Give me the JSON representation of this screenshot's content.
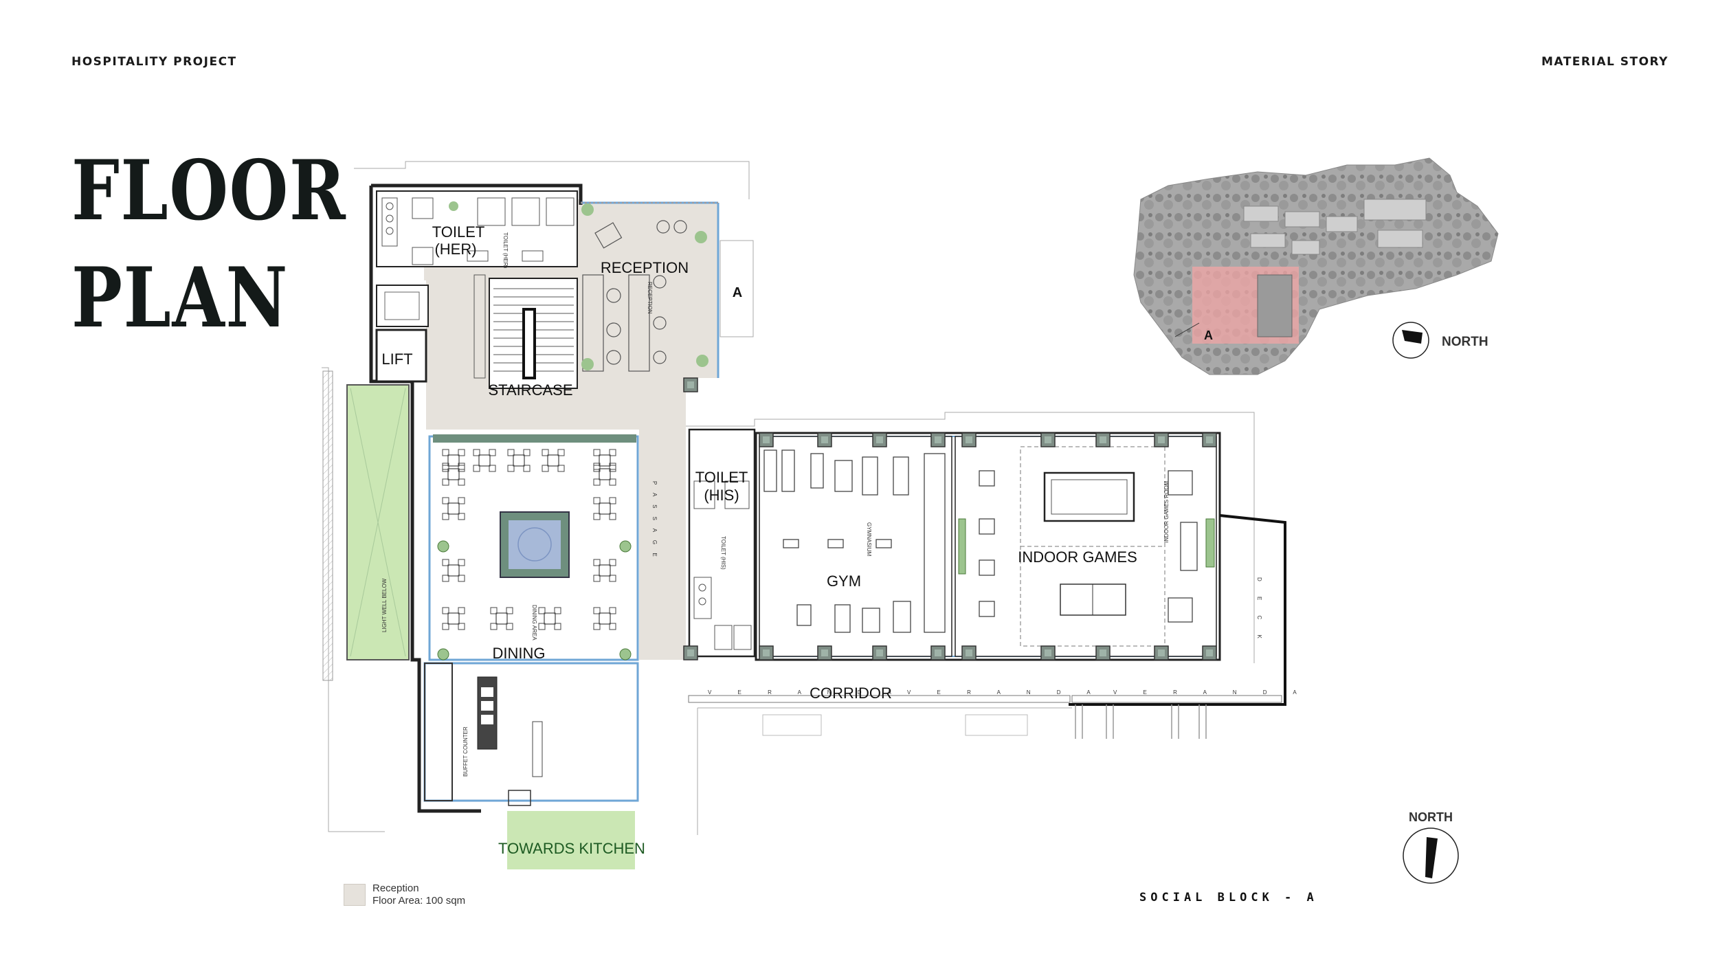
{
  "header": {
    "left": "HOSPITALITY PROJECT",
    "right": "MATERIAL STORY"
  },
  "title": {
    "line1": "FLOOR",
    "line2": "PLAN"
  },
  "rooms": {
    "toilet_her": [
      "TOILET",
      "(HER)"
    ],
    "reception": "RECEPTION",
    "lift": "LIFT",
    "staircase": "STAIRCASE",
    "toilet_his": [
      "TOILET",
      "(HIS)"
    ],
    "gym": "GYM",
    "indoor_games": "INDOOR GAMES",
    "dining": "DINING",
    "corridor": "CORRIDOR",
    "towards_kitchen": "TOWARDS KITCHEN"
  },
  "section_marker": "A",
  "key_plan": {
    "marker": "A",
    "north_label": "NORTH"
  },
  "north_label": "NORTH",
  "plan_annotations": {
    "passage": "P A S S A G E",
    "deck": "D E C K",
    "veranda": "V E R A N D A",
    "light_well": "LIGHT WELL BELOW",
    "gymnasium": "GYMNASIUM",
    "reception_small": "RECEPTION",
    "toilet_her_small": "TOILET (HER)",
    "toilet_his_small": "TOILET (HIS)",
    "dining_area": "DINING AREA",
    "buffet_counter": "BUFFET COUNTER",
    "indoor_games_small": "INDOOR GAMES ROOM"
  },
  "legend": {
    "line1": "Reception",
    "line2": "Floor Area: 100 sqm",
    "swatch_color": "#e6e2dc"
  },
  "footer": {
    "block_name": "SOCIAL BLOCK - A"
  },
  "colors": {
    "reception_fill": "#e6e2dc",
    "green_fill": "#cbe7b4",
    "key_highlight": "#f2a5a5",
    "glazing_blue": "#6fa6d6",
    "title_color": "#141a19"
  }
}
